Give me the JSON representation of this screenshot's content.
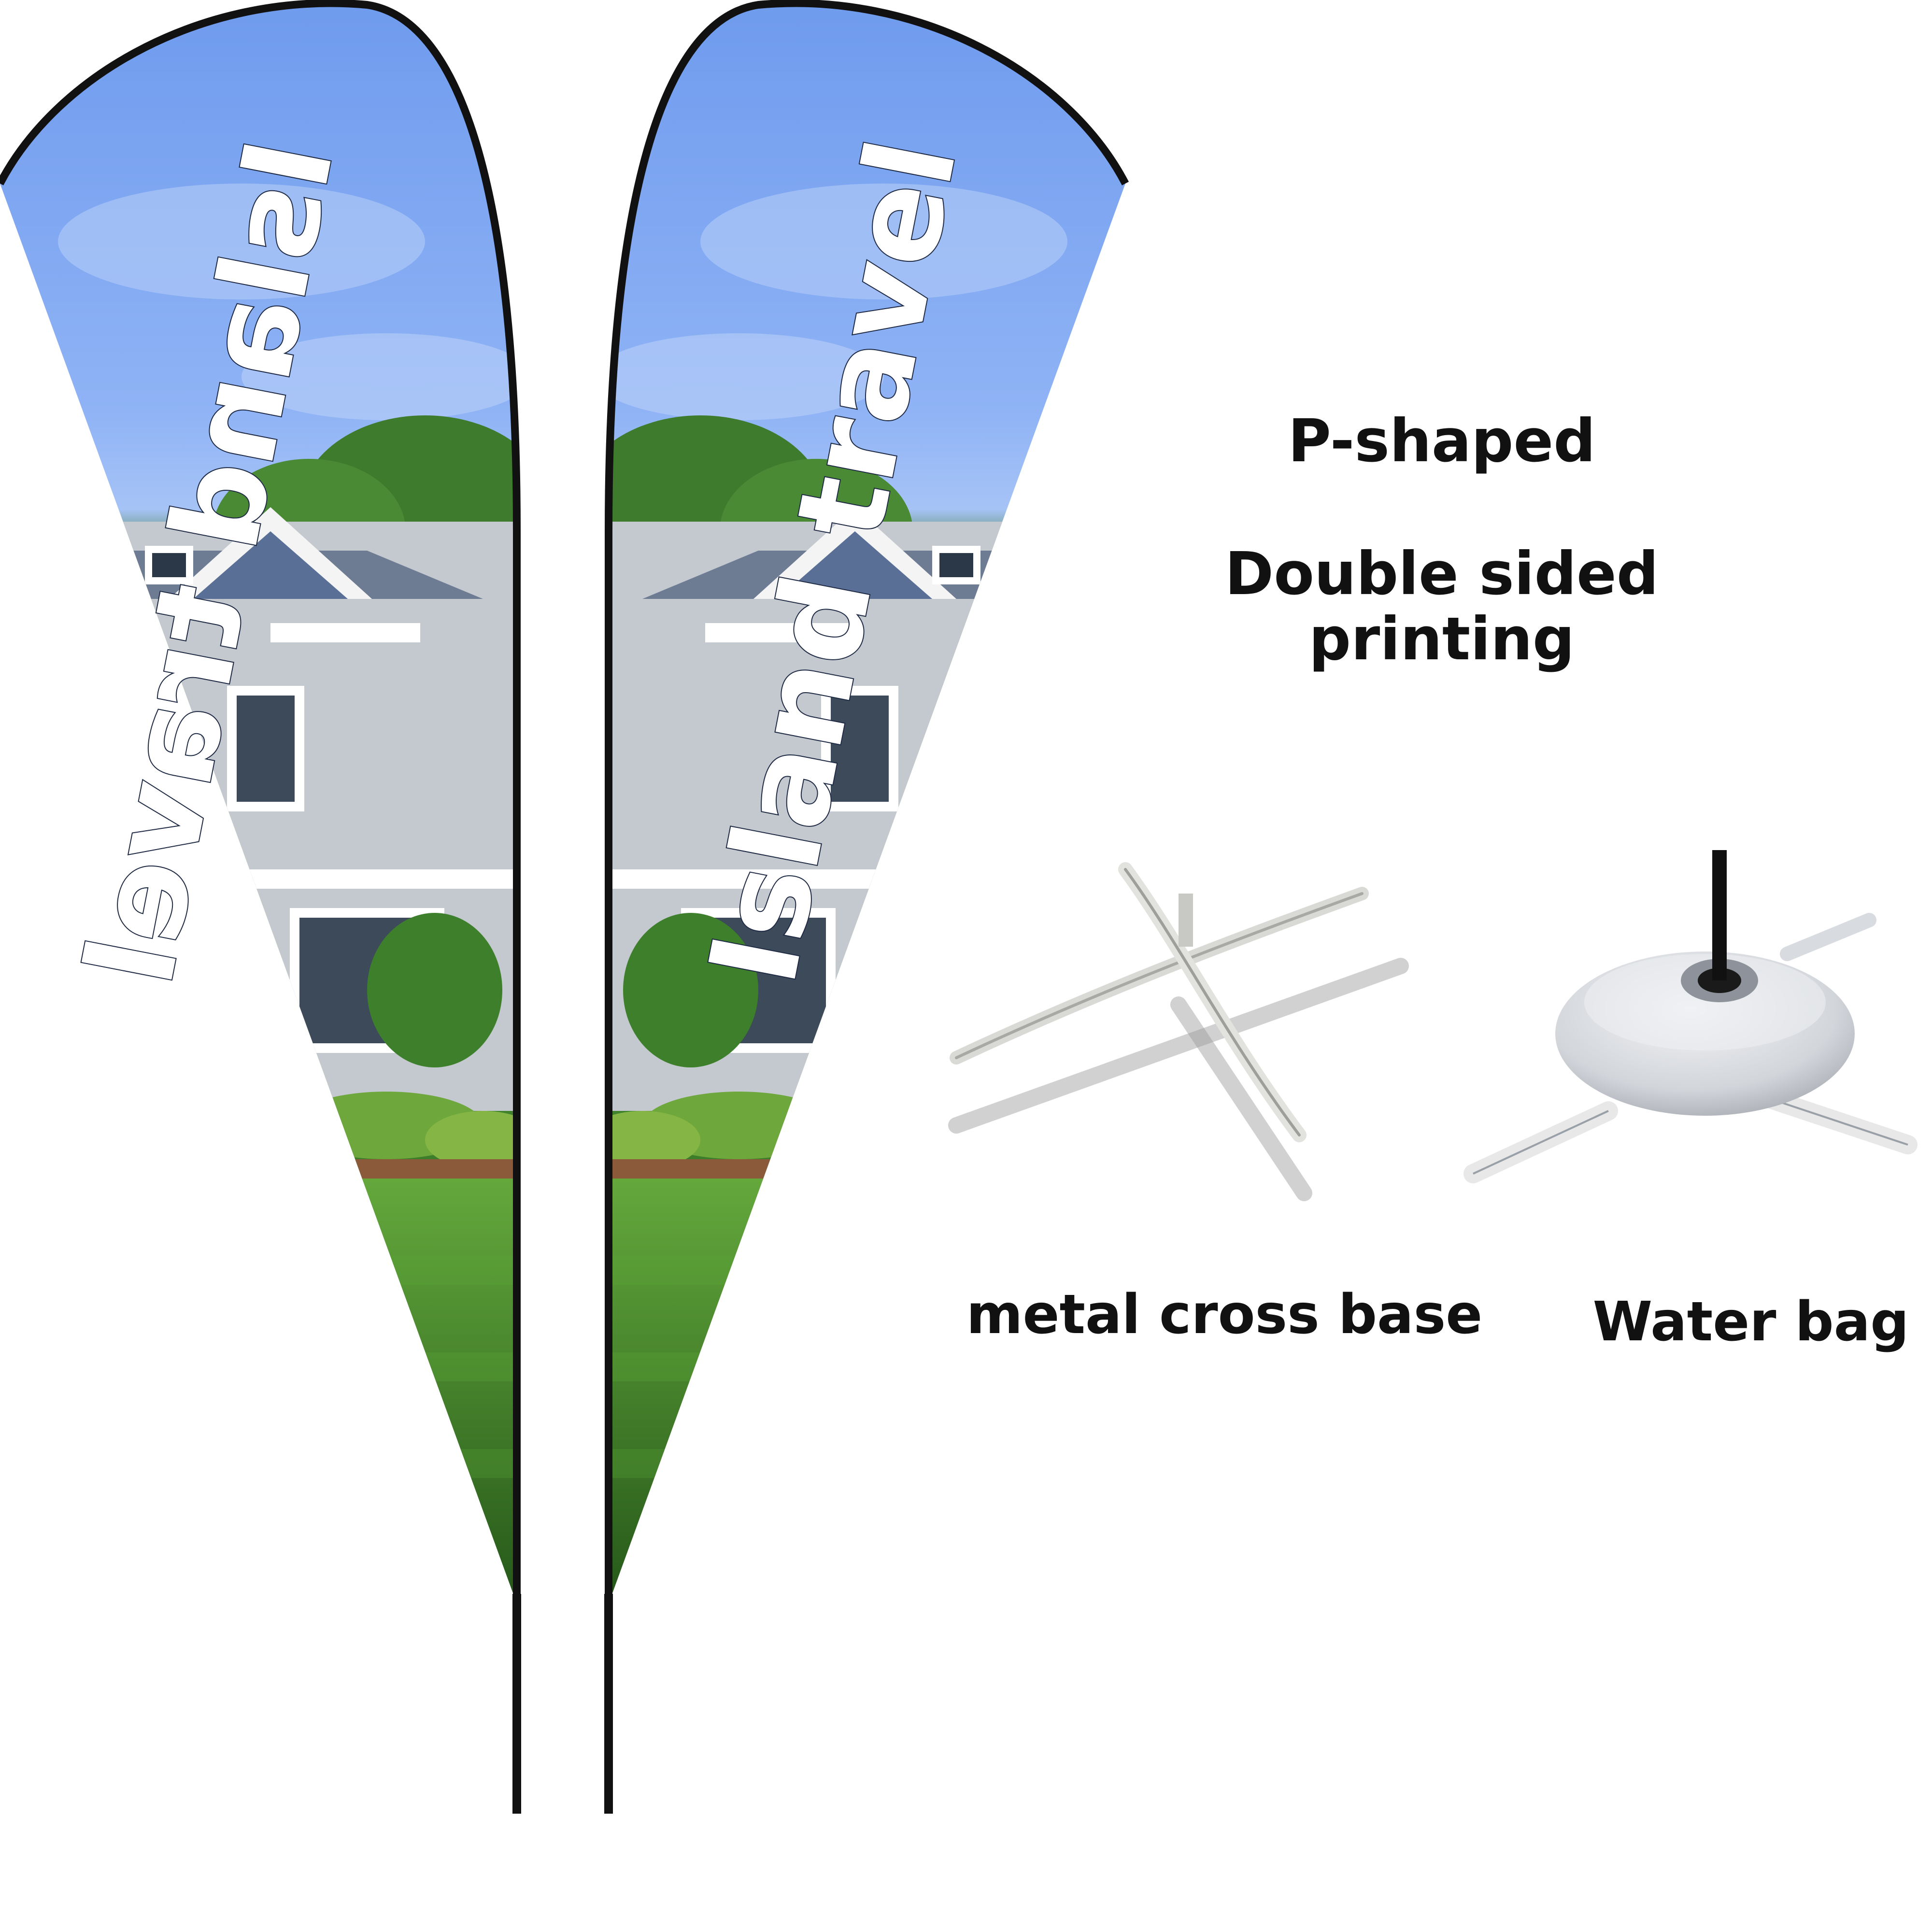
{
  "flags": {
    "left": {
      "text": "Island travel",
      "mirrored": true
    },
    "right": {
      "text": "Island travel",
      "mirrored": false
    }
  },
  "features": {
    "shape": "P-shaped",
    "printing_line1": "Double sided",
    "printing_line2": "printing"
  },
  "bases": {
    "cross_base_label": "metal cross base",
    "water_bag_label": "Water bag"
  },
  "colors": {
    "sky": "#7fa8f2",
    "sky_light": "#a9c5f7",
    "grass": "#3f8a2c",
    "house_siding": "#c9ccd2",
    "house_trim": "#ffffff",
    "pole": "#111111"
  }
}
